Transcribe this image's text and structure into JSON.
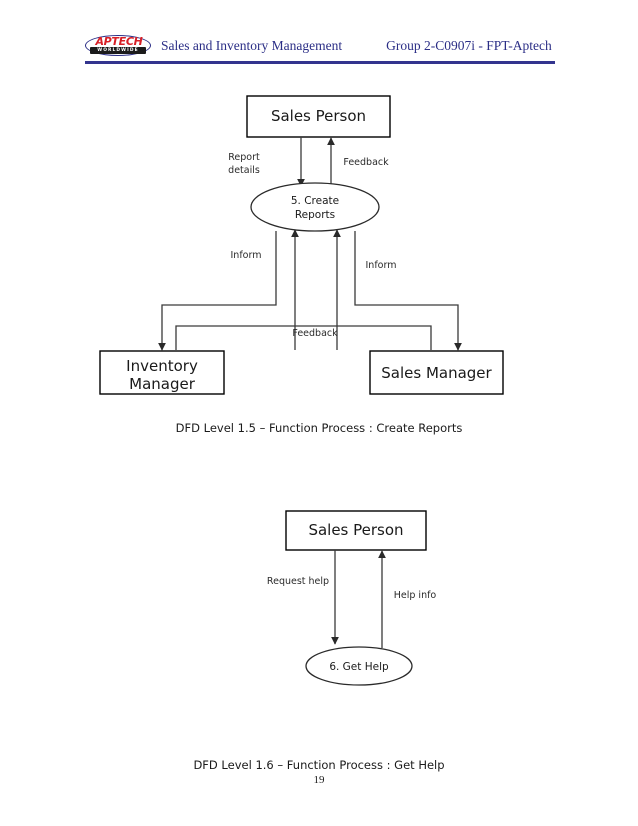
{
  "header": {
    "logo_text": "APTECH",
    "logo_band_text": "WORLDWIDE",
    "title": "Sales and Inventory Management",
    "group": "Group 2-C0907i  -  FPT-Aptech",
    "rule_color": "#33348e",
    "text_color": "#2b2e86",
    "logo_color": "#d81f26"
  },
  "diagram1": {
    "caption": "DFD Level 1.5 – Function Process : Create Reports",
    "entities": {
      "sales_person": "Sales Person",
      "inventory_manager_line1": "Inventory",
      "inventory_manager_line2": "Manager",
      "sales_manager": "Sales Manager"
    },
    "process": {
      "line1": "5. Create",
      "line2": "Reports"
    },
    "flows": {
      "report_details_line1": "Report",
      "report_details_line2": "details",
      "feedback_top": "Feedback",
      "inform_left": "Inform",
      "inform_right": "Inform",
      "feedback_bottom": "Feedback"
    }
  },
  "diagram2": {
    "caption": "DFD Level 1.6 – Function Process : Get Help",
    "entities": {
      "sales_person": "Sales Person"
    },
    "process": {
      "label": "6. Get Help"
    },
    "flows": {
      "request_help": "Request help",
      "help_info": "Help info"
    }
  },
  "footer": {
    "page_number": "19"
  }
}
